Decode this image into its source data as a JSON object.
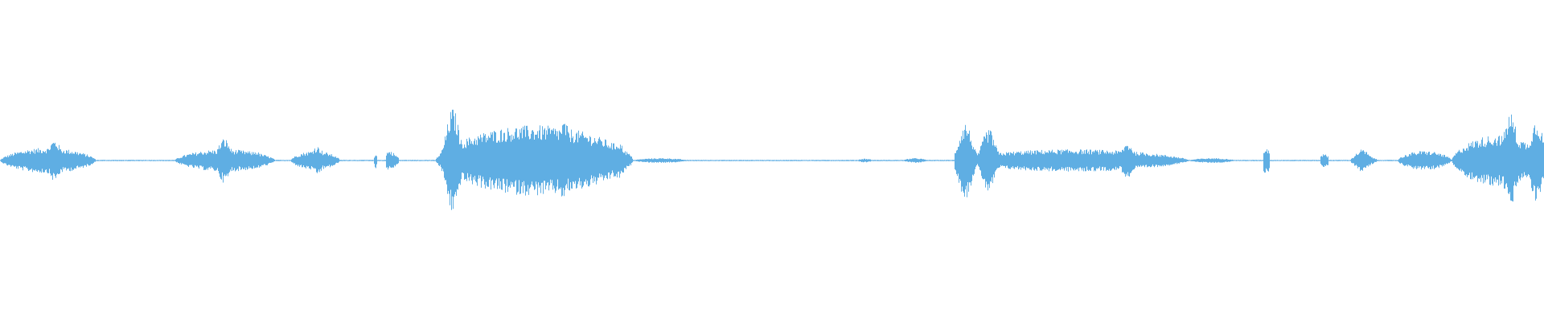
{
  "waveform": {
    "color": "#5faee3",
    "background": "#ffffff",
    "segments": [
      {
        "start": 0.0,
        "end": 0.062,
        "amp": 0.08,
        "peaks": [
          [
            0.035,
            0.13
          ]
        ]
      },
      {
        "start": 0.113,
        "end": 0.178,
        "amp": 0.07,
        "peaks": [
          [
            0.145,
            0.14
          ],
          [
            0.165,
            0.06
          ]
        ]
      },
      {
        "start": 0.188,
        "end": 0.22,
        "amp": 0.06,
        "peaks": [
          [
            0.205,
            0.09
          ]
        ]
      },
      {
        "start": 0.242,
        "end": 0.244,
        "amp": 0.05,
        "peaks": []
      },
      {
        "start": 0.25,
        "end": 0.258,
        "amp": 0.04,
        "peaks": [
          [
            0.252,
            0.06
          ]
        ]
      },
      {
        "start": 0.282,
        "end": 0.41,
        "amp": 0.22,
        "peaks": [
          [
            0.293,
            0.33
          ],
          [
            0.365,
            0.25
          ],
          [
            0.4,
            0.12
          ]
        ]
      },
      {
        "start": 0.41,
        "end": 0.445,
        "amp": 0.015,
        "peaks": []
      },
      {
        "start": 0.555,
        "end": 0.565,
        "amp": 0.012,
        "peaks": []
      },
      {
        "start": 0.585,
        "end": 0.6,
        "amp": 0.015,
        "peaks": []
      },
      {
        "start": 0.618,
        "end": 0.77,
        "amp": 0.07,
        "peaks": [
          [
            0.625,
            0.24
          ],
          [
            0.64,
            0.2
          ],
          [
            0.73,
            0.11
          ]
        ]
      },
      {
        "start": 0.77,
        "end": 0.8,
        "amp": 0.015,
        "peaks": []
      },
      {
        "start": 0.818,
        "end": 0.822,
        "amp": 0.05,
        "peaks": [
          [
            0.82,
            0.08
          ]
        ]
      },
      {
        "start": 0.855,
        "end": 0.86,
        "amp": 0.03,
        "peaks": [
          [
            0.857,
            0.04
          ]
        ]
      },
      {
        "start": 0.875,
        "end": 0.892,
        "amp": 0.03,
        "peaks": [
          [
            0.882,
            0.07
          ]
        ]
      },
      {
        "start": 0.905,
        "end": 0.94,
        "amp": 0.06,
        "peaks": [
          [
            0.92,
            0.06
          ]
        ]
      },
      {
        "start": 0.94,
        "end": 1.0,
        "amp": 0.16,
        "peaks": [
          [
            0.978,
            0.3
          ],
          [
            0.995,
            0.26
          ]
        ]
      }
    ]
  }
}
